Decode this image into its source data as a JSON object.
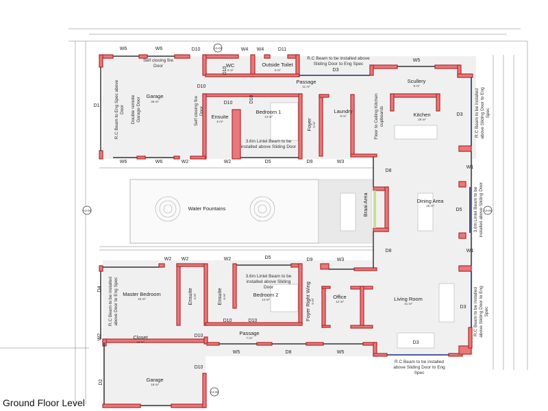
{
  "title": "Ground Floor Level",
  "colors": {
    "wall_fill": "#e8787a",
    "wall_outline": "#b0282c",
    "glazing": "#1e2a78",
    "braai_accent": "#c6df8f"
  },
  "section_markers": [
    "A3-06",
    "A3-06",
    "A3-06",
    "A3-08"
  ],
  "rooms": [
    {
      "name": "Garage",
      "area": "39 m²"
    },
    {
      "name": "WC",
      "area": "3 m²"
    },
    {
      "name": "Outside Toilet",
      "area": "3 m²"
    },
    {
      "name": "Passage",
      "area": "11 m²"
    },
    {
      "name": "Bedroom 1",
      "area": "14 m²"
    },
    {
      "name": "Ensuite",
      "area": "6 m²"
    },
    {
      "name": "Foyer",
      "area": "5 m²"
    },
    {
      "name": "Laundry",
      "area": "8 m²"
    },
    {
      "name": "Kitchen",
      "area": "29 m²"
    },
    {
      "name": "Scullery",
      "area": "9 m²"
    },
    {
      "name": "Dining Area",
      "area": "26 m²"
    },
    {
      "name": "Water Fountains",
      "area": ""
    },
    {
      "name": "Braai Area",
      "area": ""
    },
    {
      "name": "Master Bedroom",
      "area": "15 m²"
    },
    {
      "name": "Ensuite",
      "area": "4 m²"
    },
    {
      "name": "Ensuite",
      "area": "6 m²"
    },
    {
      "name": "Bedroom 2",
      "area": "14 m²"
    },
    {
      "name": "Foyer Right Wing",
      "area": "5 m²"
    },
    {
      "name": "Office",
      "area": "12 m²"
    },
    {
      "name": "Living Room",
      "area": "41 m²"
    },
    {
      "name": "Closet",
      "area": "13 m²"
    },
    {
      "name": "Passage",
      "area": "7 m²"
    },
    {
      "name": "Garage",
      "area": "19 m²"
    }
  ],
  "notes": [
    [
      "Self closing fire",
      "Door"
    ],
    [
      "R.C Beam to be installed above",
      "Sliding  Door to Eng Spec"
    ],
    [
      "R.C Beam to Eng Spec above",
      "Door"
    ],
    [
      "Double remote",
      "Garage Door"
    ],
    [
      "Self closing fire",
      "Door"
    ],
    [
      "3.6m Lintel Beam to be",
      "installed above Sliding  Door"
    ],
    [
      "Floor to Ceiling Kitchen",
      "cupboards"
    ],
    [
      "R.C Beam to be installed",
      "above Sliding  Door to Eng",
      "Spec"
    ],
    [
      "3.6m Lintel Beam to be",
      "installed above Sliding  Door"
    ],
    [
      "3.6m Lintel Beam to be",
      "installed above Sliding",
      "Door"
    ],
    [
      "R.C Beam to be installed",
      "above Door to Eng Spec"
    ],
    [
      "R.C Beam to be installed",
      "above Sliding  Door to Eng",
      "Spec"
    ],
    [
      "R.C Beam to be installed",
      "above Sliding  Door to Eng",
      "Spec"
    ]
  ],
  "openings": {
    "top": [
      "W6",
      "W6",
      "D10",
      "W4",
      "W4",
      "D11",
      "D3",
      "W5"
    ],
    "upper_wing": [
      "D10",
      "D10",
      "D10",
      "D10",
      "D1",
      "D3"
    ],
    "courtyard_top": [
      "W6",
      "W6",
      "W2",
      "W2",
      "D5",
      "D9",
      "W3",
      "D8",
      "W1"
    ],
    "courtyard_mid": [
      "D5"
    ],
    "courtyard_bottom": [
      "W2",
      "W2",
      "W2",
      "D5",
      "D9",
      "W3",
      "D8",
      "W1"
    ],
    "lower_wing": [
      "D4",
      "W2",
      "D10",
      "D10",
      "D10",
      "D3",
      "D10",
      "D2",
      "D3"
    ],
    "bottom": [
      "W5",
      "D8",
      "W5"
    ]
  }
}
